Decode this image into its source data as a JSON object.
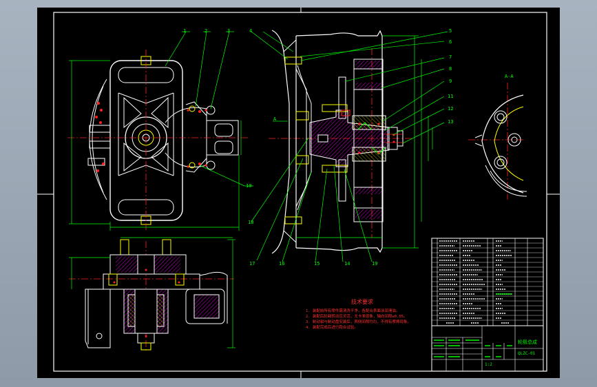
{
  "drawing": {
    "leaders": [
      "1",
      "2",
      "3",
      "4",
      "5",
      "6",
      "7",
      "8",
      "9",
      "10",
      "11",
      "12",
      "13",
      "14",
      "15",
      "16",
      "17",
      "18",
      "19"
    ],
    "section_marks": {
      "left_a": "A",
      "right_aa": "A-A"
    },
    "tech_req": {
      "title": "技术要求",
      "lines": [
        "1. 装配前所有零件需清洗干净，各配合表面涂润滑油。",
        "2. 装配后轮毂转动应灵活，无卡滞现象，轴向间隙≤0.05。",
        "3. 制动钳与制动盘安装后，两侧间隙均匀，不得有摩擦现象。",
        "4. 装配完成后进行跑合试验。"
      ]
    },
    "title_block": {
      "name": "轮毂总成",
      "code": "QLZC-01",
      "scale": "1:2"
    }
  },
  "colors": {
    "outline": "#ffffff",
    "green": "#00ff00",
    "yellow": "#ffff00",
    "red": "#ff2020",
    "hatch": "#ff00ff",
    "dim": "#00ffff"
  }
}
